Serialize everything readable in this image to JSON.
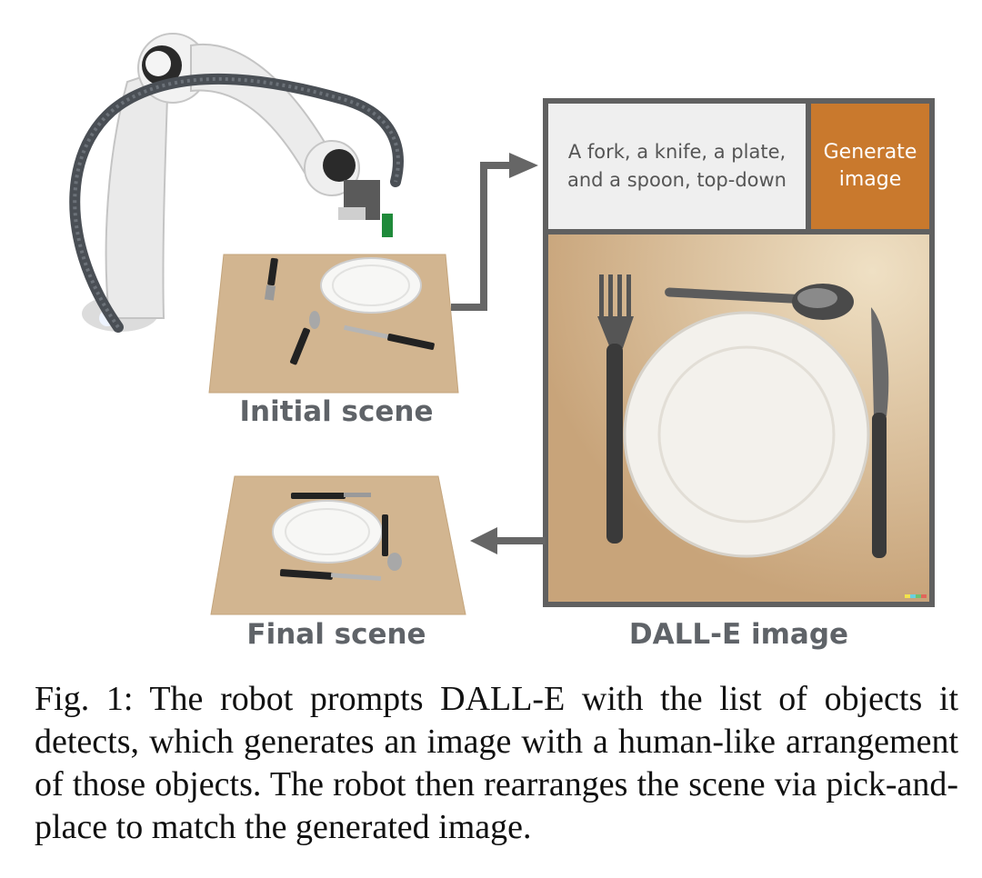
{
  "figure": {
    "prompt_text": "A fork, a knife, a plate, and a spoon, top-down",
    "generate_button": "Generate image",
    "labels": {
      "initial": "Initial scene",
      "final": "Final scene",
      "dalle": "DALL-E image"
    },
    "colors": {
      "panel_border": "#606060",
      "button": "#c9792d",
      "label_text": "#5f6368",
      "arrow": "#666666",
      "table_mat": "#d2b590"
    }
  },
  "caption": {
    "text": "Fig. 1: The robot prompts DALL-E with the list of objects it detects, which generates an image with a human-like arrangement of those objects. The robot then rearranges the scene via pick-and-place to match the generated image."
  }
}
